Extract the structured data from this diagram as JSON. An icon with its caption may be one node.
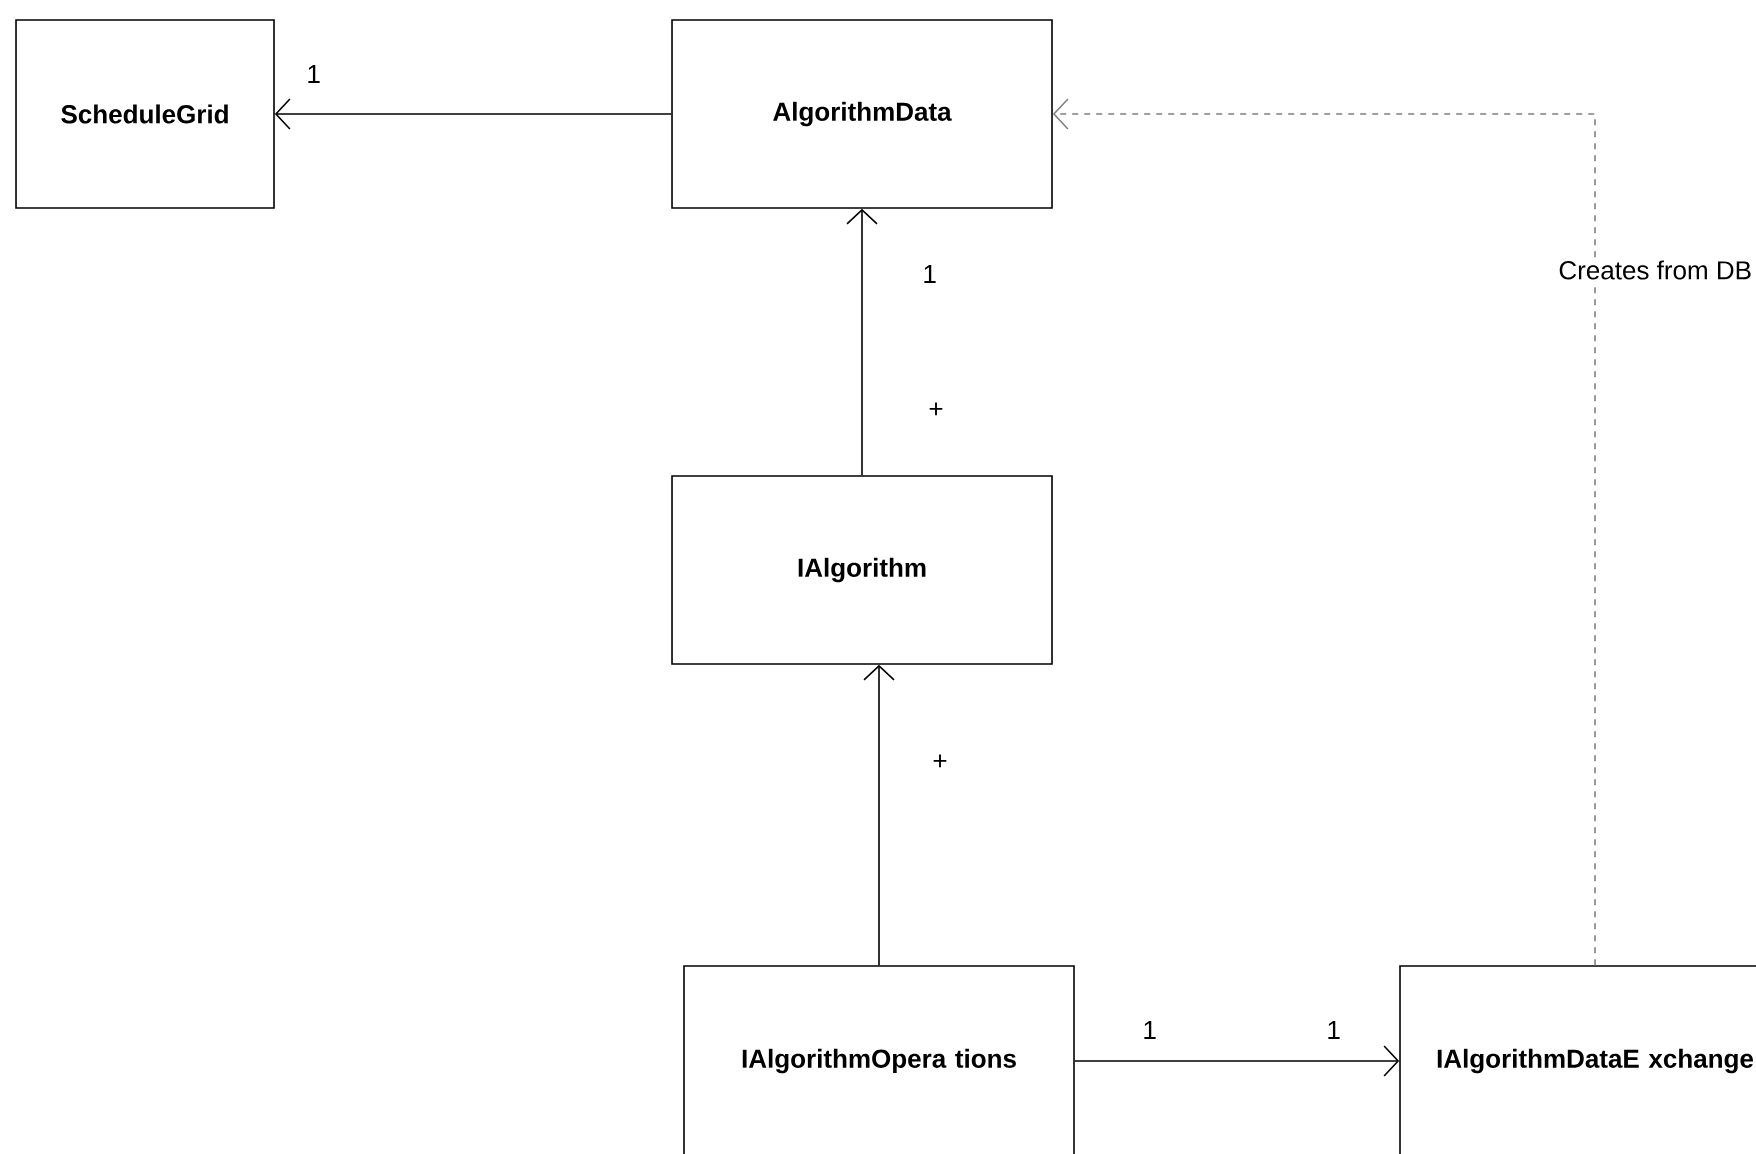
{
  "diagram": {
    "nodes": [
      {
        "text": [
          "ScheduleGrid"
        ]
      },
      {
        "text": [
          "AlgorithmData"
        ]
      },
      {
        "text": [
          "IAlgorithm"
        ]
      },
      {
        "text": [
          "IAlgorithmOpera tions"
        ]
      },
      {
        "text": [
          "IAlgorithmDataE xchange"
        ]
      }
    ],
    "edges": [
      {
        "from": 1,
        "to": 0,
        "arrow": "to",
        "label": "1"
      },
      {
        "from": 2,
        "to": 1,
        "arrow": "to",
        "label": "1"
      },
      {
        "from": 3,
        "to": 2,
        "arrow": "to",
        "label": "+"
      },
      {
        "from": 3,
        "to": 4,
        "arrow": "to",
        "label": "1"
      },
      {
        "from": 4,
        "to": 1,
        "arrow": "to",
        "label": "Creates from DB",
        "style": "dashed",
        "color": "#808080"
      }
    ],
    "labels": [
      "+",
      "1"
    ]
  }
}
